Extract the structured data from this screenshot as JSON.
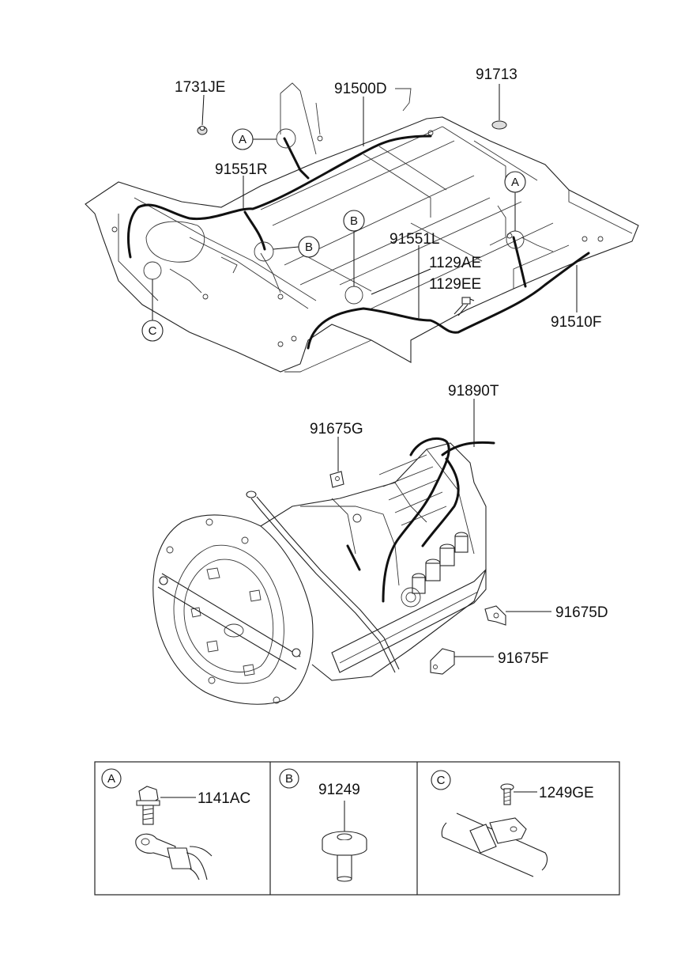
{
  "labels": {
    "p1731JE": "1731JE",
    "p91500D": "91500D",
    "p91713": "91713",
    "p91551R": "91551R",
    "p91551L": "91551L",
    "p1129AE": "1129AE",
    "p1129EE": "1129EE",
    "p91510F": "91510F",
    "p91890T": "91890T",
    "p91675G": "91675G",
    "p91675D": "91675D",
    "p91675F": "91675F",
    "p1141AC": "1141AC",
    "p91249": "91249",
    "p1249GE": "1249GE"
  },
  "markers": {
    "A": "A",
    "B": "B",
    "C": "C"
  },
  "detail_panels": [
    {
      "marker": "A",
      "part": "1141AC"
    },
    {
      "marker": "B",
      "part": "91249"
    },
    {
      "marker": "C",
      "part": "1249GE"
    }
  ]
}
